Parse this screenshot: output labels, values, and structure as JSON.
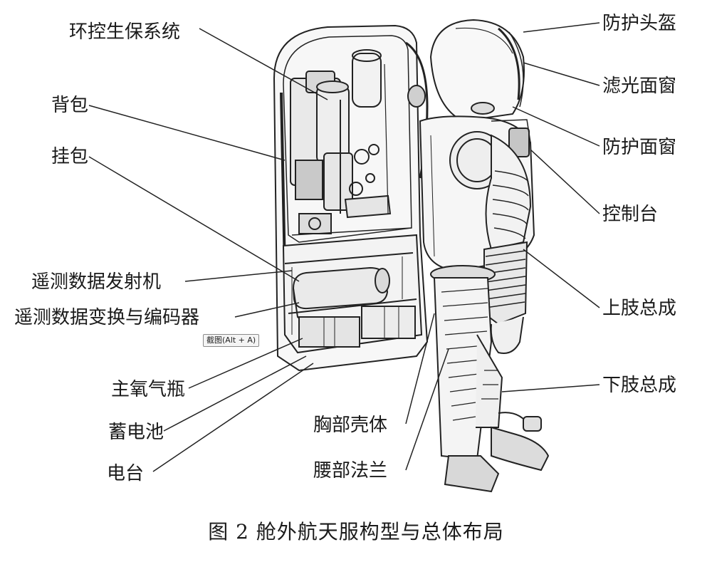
{
  "labels": {
    "life_support": "环控生保系统",
    "backpack": "背包",
    "hanging_pack": "挂包",
    "telemetry_transmitter": "遥测数据发射机",
    "telemetry_encoder": "遥测数据变换与编码器",
    "main_oxygen": "主氧气瓶",
    "battery": "蓄电池",
    "power_unit": "电台",
    "helmet": "防护头盔",
    "filter_visor": "滤光面窗",
    "protective_visor": "防护面窗",
    "control_panel": "控制台",
    "upper_limb": "上肢总成",
    "lower_limb": "下肢总成",
    "chest_shell": "胸部壳体",
    "waist_flange": "腰部法兰"
  },
  "caption": "图 2   舱外航天服构型与总体布局",
  "tooltip": "截图(Alt + A)",
  "colors": {
    "line": "#222222",
    "text": "#1a1a1a",
    "paper": "#ffffff"
  }
}
